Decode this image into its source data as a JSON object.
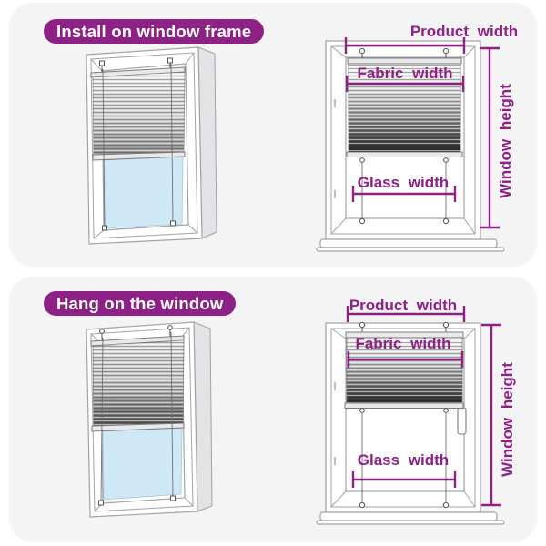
{
  "colors": {
    "accent": "#8e2186",
    "panel_bg": "#f4f4f5",
    "glass": "#cfe8f6",
    "line": "#a2a2a8"
  },
  "panels": [
    {
      "title": "Install on window frame",
      "labels": {
        "product_width": "Product width",
        "fabric_width": "Fabric width",
        "glass_width": "Glass width",
        "window_height": "Window height"
      }
    },
    {
      "title": "Hang on the window",
      "labels": {
        "product_width": "Product width",
        "fabric_width": "Fabric width",
        "glass_width": "Glass width",
        "window_height": "Window height"
      }
    }
  ]
}
